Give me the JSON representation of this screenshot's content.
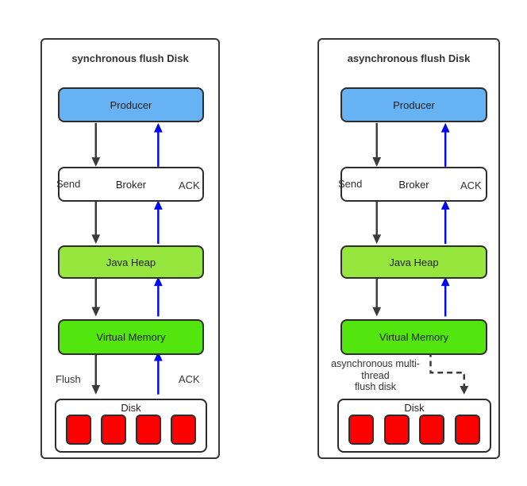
{
  "diagram": {
    "panels": [
      {
        "id": "synchronous",
        "title": "synchronous flush Disk",
        "boxes": {
          "producer": "Producer",
          "broker": "Broker",
          "java_heap": "Java Heap",
          "virtual_memory": "Virtual Memory",
          "disk": "Disk"
        },
        "labels": {
          "send": "Send",
          "ack_top": "ACK",
          "flush": "Flush",
          "ack_bottom": "ACK"
        },
        "disk_cells": 4
      },
      {
        "id": "asynchronous",
        "title": "asynchronous flush Disk",
        "boxes": {
          "producer": "Producer",
          "broker": "Broker",
          "java_heap": "Java Heap",
          "virtual_memory": "Virtual Memory",
          "disk": "Disk"
        },
        "labels": {
          "send": "Send",
          "ack_top": "ACK",
          "note_lines": [
            "asynchronous multi-",
            "thread",
            "flush disk"
          ]
        },
        "disk_cells": 4
      }
    ],
    "colors": {
      "producer_fill": "#66B2F2",
      "java_heap_fill": "#97E63E",
      "virtual_memory_fill": "#52E60E",
      "disk_cell_fill": "#FB0200",
      "box_border": "#2D2D2D",
      "arrow_black": "#3A3A3A",
      "arrow_blue": "#0008F0",
      "text": "#333333"
    }
  }
}
